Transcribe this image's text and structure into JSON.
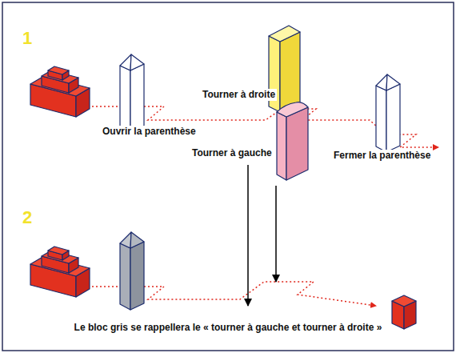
{
  "diagram": {
    "labels": [
      "1",
      "Ouvrir la parenthèse",
      "Tourner à droite",
      "Tourner à gauche",
      "Fermer la parenthèse",
      "2",
      "Le bloc gris se rappellera le « tourner à gauche et tourner à droite »"
    ]
  }
}
